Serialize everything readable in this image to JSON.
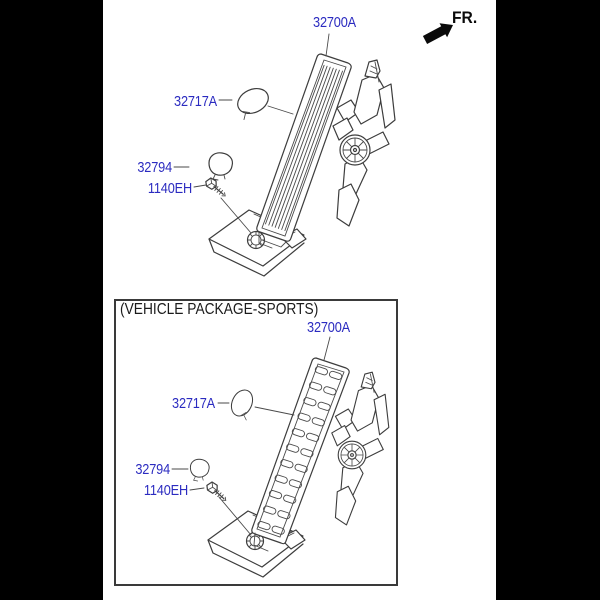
{
  "direction": {
    "label": "FR."
  },
  "colors": {
    "label_blue": "#2b2bc0",
    "line_art": "#3d3d3d",
    "letterbox": "#000000",
    "page_bg": "#ffffff"
  },
  "diagram_top": {
    "labels": {
      "assembly": "32700A",
      "pad_cover": "32717A",
      "stopper": "32794",
      "bolt": "1140EH"
    }
  },
  "diagram_sports": {
    "title": "(VEHICLE PACKAGE-SPORTS)",
    "labels": {
      "assembly": "32700A",
      "pad_cover": "32717A",
      "stopper": "32794",
      "bolt": "1140EH"
    }
  }
}
